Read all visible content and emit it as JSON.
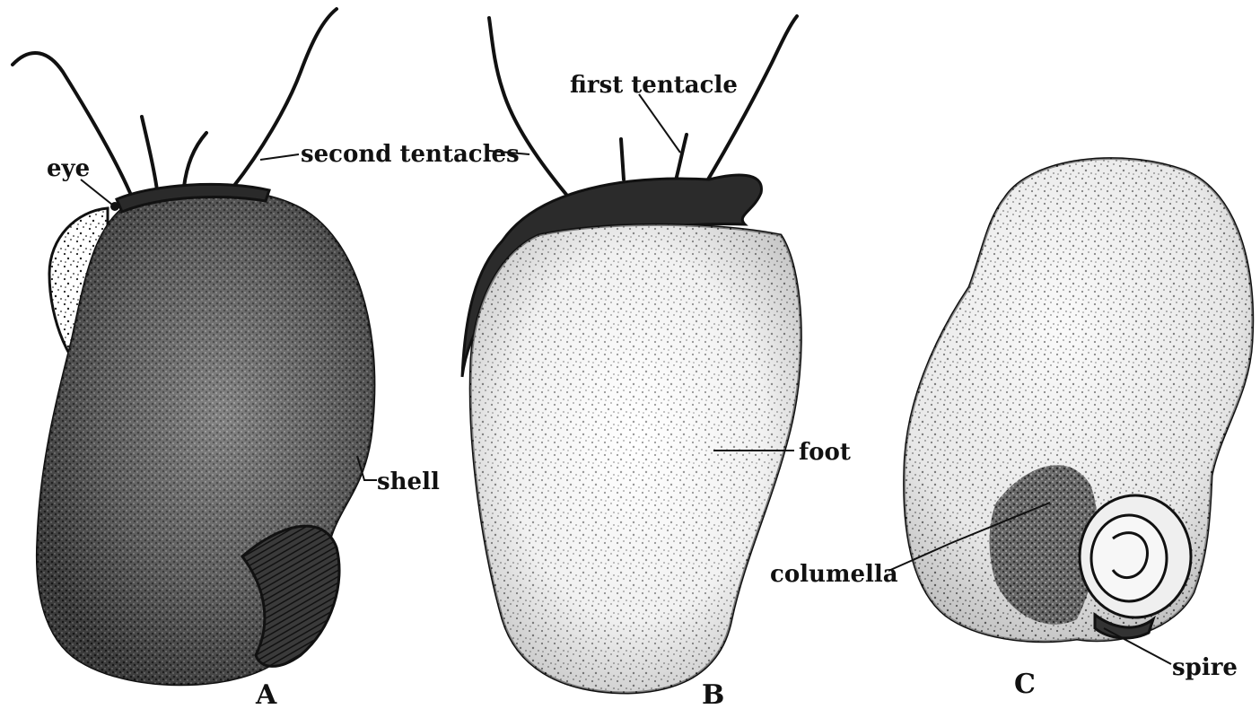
{
  "figure": {
    "labels": {
      "eye": "eye",
      "second_tentacles": "second tentacles",
      "first_tentacle": "first tentacle",
      "shell": "shell",
      "foot": "foot",
      "columella": "columella",
      "spire": "spire"
    },
    "panels": {
      "a": "A",
      "b": "B",
      "c": "C"
    }
  }
}
